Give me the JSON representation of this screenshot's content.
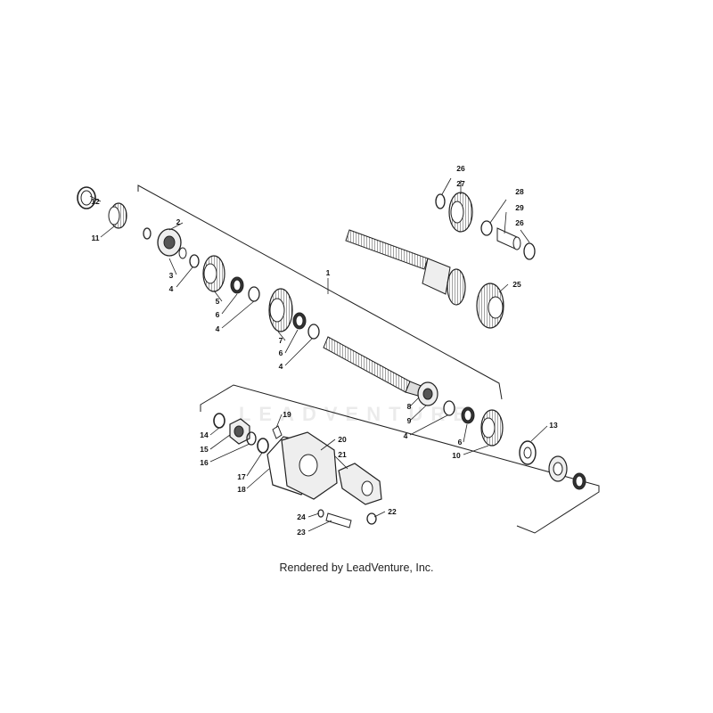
{
  "diagram": {
    "labels": [
      "1",
      "2",
      "3",
      "4",
      "5",
      "6",
      "7",
      "8",
      "9",
      "10",
      "11",
      "12",
      "13",
      "14",
      "15",
      "16",
      "17",
      "18",
      "19",
      "20",
      "21",
      "22",
      "23",
      "24",
      "25",
      "26",
      "27",
      "28",
      "29"
    ],
    "callouts": [
      {
        "id": "c1",
        "text": "1"
      },
      {
        "id": "c2",
        "text": "2"
      },
      {
        "id": "c3",
        "text": "3"
      },
      {
        "id": "c4a",
        "text": "4"
      },
      {
        "id": "c4b",
        "text": "4"
      },
      {
        "id": "c4c",
        "text": "4"
      },
      {
        "id": "c4d",
        "text": "4"
      },
      {
        "id": "c5",
        "text": "5"
      },
      {
        "id": "c6a",
        "text": "6"
      },
      {
        "id": "c6b",
        "text": "6"
      },
      {
        "id": "c6c",
        "text": "6"
      },
      {
        "id": "c7",
        "text": "7"
      },
      {
        "id": "c8",
        "text": "8"
      },
      {
        "id": "c9",
        "text": "9"
      },
      {
        "id": "c10",
        "text": "10"
      },
      {
        "id": "c11",
        "text": "11"
      },
      {
        "id": "c12",
        "text": "12"
      },
      {
        "id": "c13",
        "text": "13"
      },
      {
        "id": "c14",
        "text": "14"
      },
      {
        "id": "c15",
        "text": "15"
      },
      {
        "id": "c16",
        "text": "16"
      },
      {
        "id": "c17",
        "text": "17"
      },
      {
        "id": "c18",
        "text": "18"
      },
      {
        "id": "c19",
        "text": "19"
      },
      {
        "id": "c20",
        "text": "20"
      },
      {
        "id": "c21",
        "text": "21"
      },
      {
        "id": "c22",
        "text": "22"
      },
      {
        "id": "c23",
        "text": "23"
      },
      {
        "id": "c24",
        "text": "24"
      },
      {
        "id": "c25",
        "text": "25"
      },
      {
        "id": "c26a",
        "text": "26"
      },
      {
        "id": "c26b",
        "text": "26"
      },
      {
        "id": "c27",
        "text": "27"
      },
      {
        "id": "c28",
        "text": "28"
      },
      {
        "id": "c29",
        "text": "29"
      }
    ]
  },
  "watermark": "LEADVENTURE",
  "credit": "Rendered by LeadVenture, Inc."
}
